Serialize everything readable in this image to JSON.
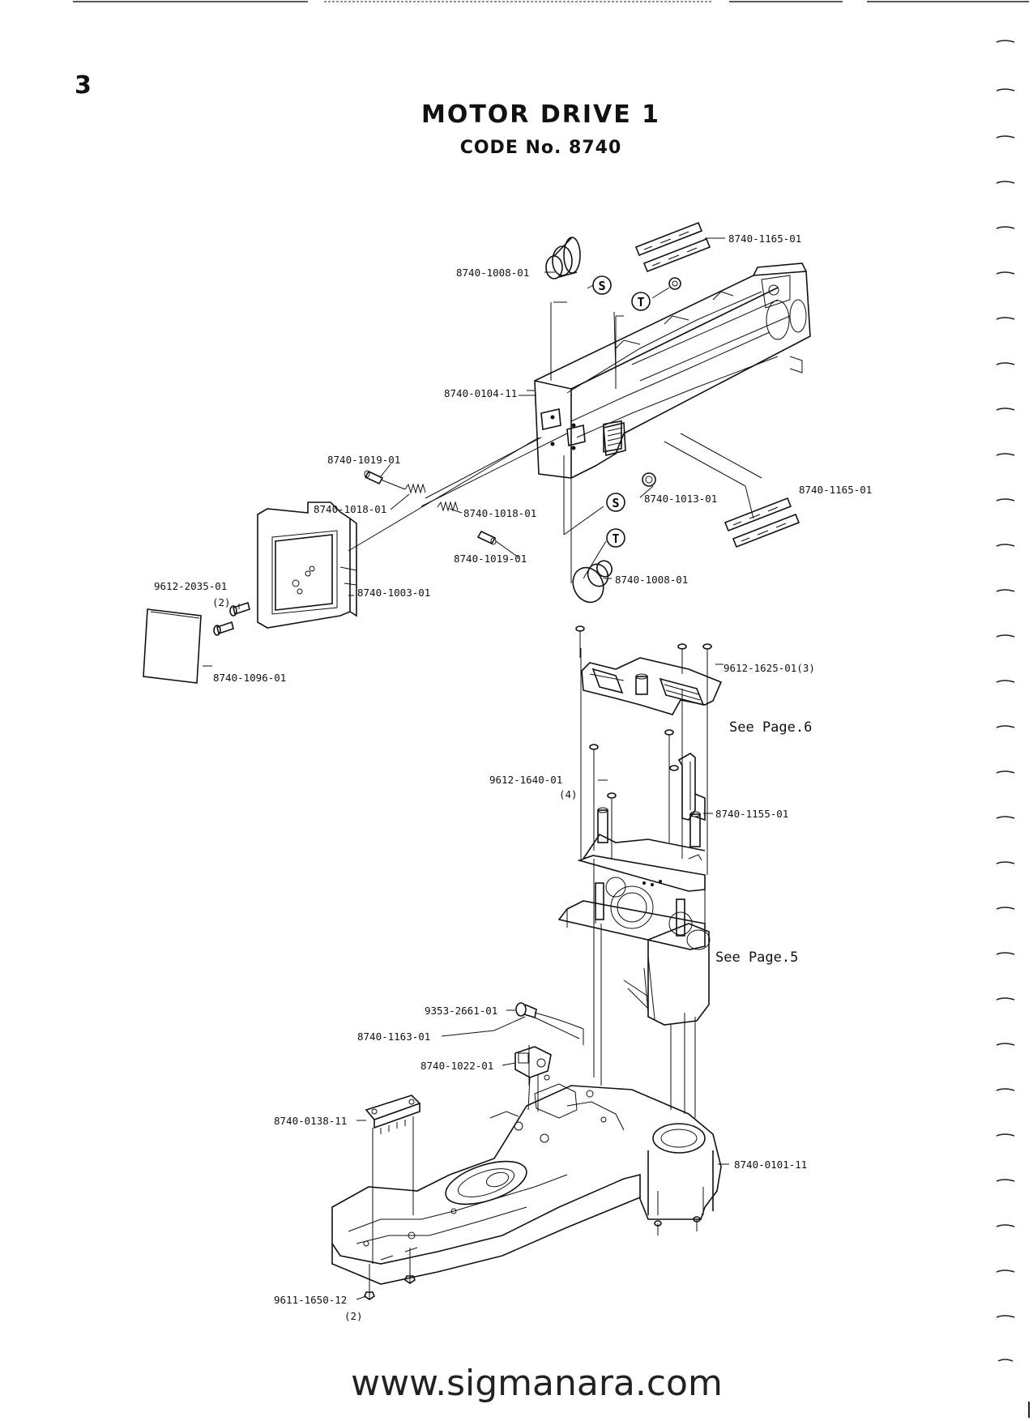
{
  "page_number": "3",
  "title": "MOTOR DRIVE 1",
  "code": "CODE No. 8740",
  "website": "www.sigmanara.com",
  "markers": {
    "s": "S",
    "t": "T"
  },
  "parts": {
    "p1165a": "8740-1165-01",
    "p1008a": "8740-1008-01",
    "p0104": "8740-0104-11",
    "p1019a": "8740-1019-01",
    "p1018a": "8740-1018-01",
    "p1018b": "8740-1018-01",
    "p1013": "8740-1013-01",
    "p1165b": "8740-1165-01",
    "p1019b": "8740-1019-01",
    "p1008b": "8740-1008-01",
    "p2035": "9612-2035-01",
    "p2035q": "(2)",
    "p1003": "8740-1003-01",
    "p1096": "8740-1096-01",
    "p1625": "9612-1625-01(3)",
    "see6": "See Page.6",
    "p1640": "9612-1640-01",
    "p1640q": "(4)",
    "p1155": "8740-1155-01",
    "see5": "See Page.5",
    "p2661": "9353-2661-01",
    "p1163": "8740-1163-01",
    "p1022": "8740-1022-01",
    "p0138": "8740-0138-11",
    "p0101": "8740-0101-11",
    "p1650": "9611-1650-12",
    "p1650q": "(2)"
  }
}
